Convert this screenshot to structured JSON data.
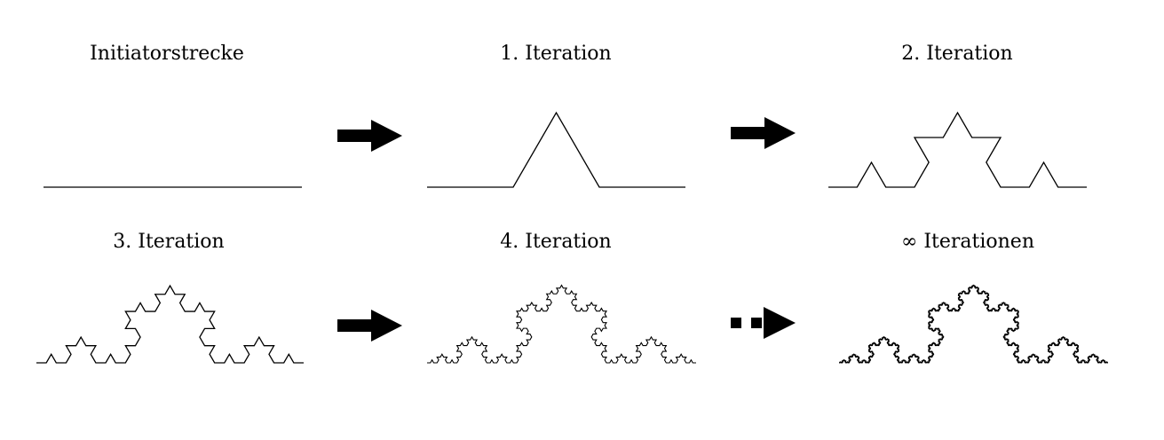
{
  "colors": {
    "stroke": "#000000",
    "background": "#ffffff",
    "arrow": "#000000"
  },
  "panels": [
    {
      "label": "Initiatorstrecke",
      "iteration": 0
    },
    {
      "label": "1. Iteration",
      "iteration": 1
    },
    {
      "label": "2. Iteration",
      "iteration": 2
    },
    {
      "label": "3. Iteration",
      "iteration": 3
    },
    {
      "label": "4. Iteration",
      "iteration": 4
    },
    {
      "label": "∞ Iterationen",
      "iteration": 6
    }
  ],
  "arrows": [
    {
      "style": "solid"
    },
    {
      "style": "solid"
    },
    {
      "style": "solid"
    },
    {
      "style": "dotted"
    }
  ]
}
